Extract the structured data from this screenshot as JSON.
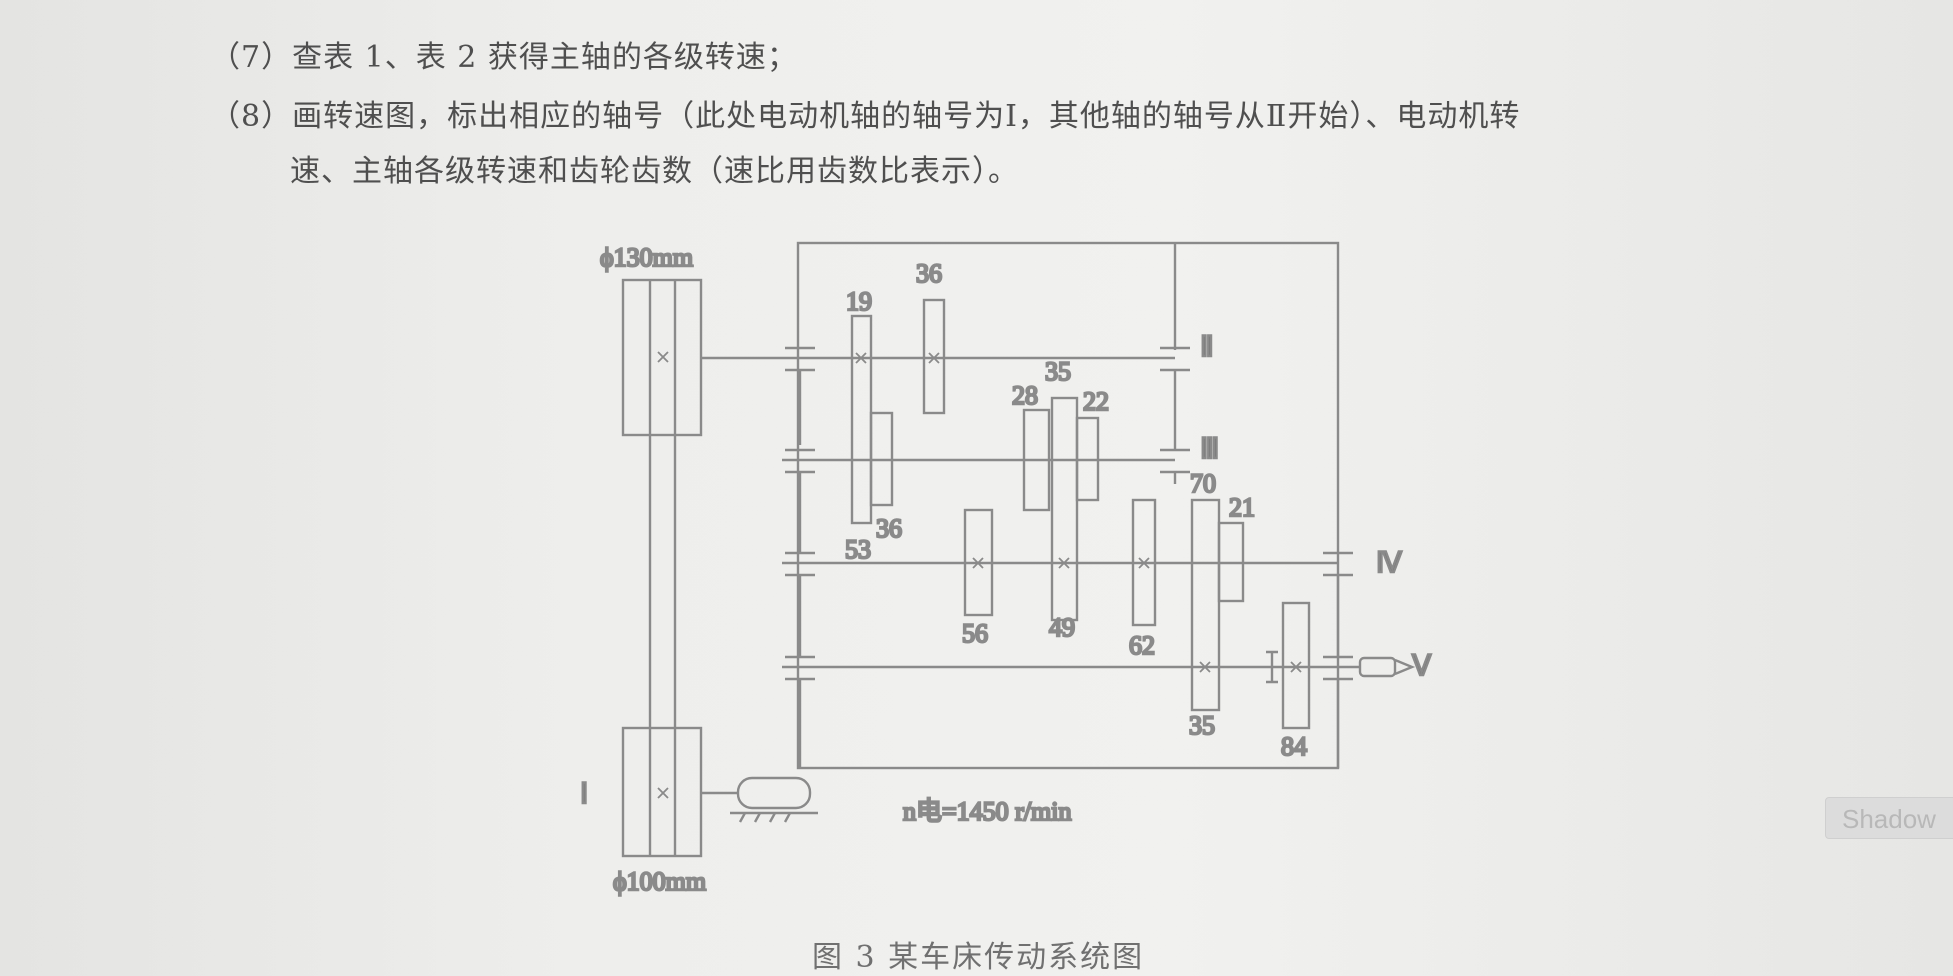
{
  "text": {
    "item7": "（7）查表 1、表 2 获得主轴的各级转速；",
    "item8_line1": "（8）画转速图，标出相应的轴号（此处电动机轴的轴号为Ⅰ，其他轴的轴号从Ⅱ开始）、电动机转",
    "item8_line2": "速、主轴各级转速和齿轮齿数（速比用齿数比表示）。"
  },
  "diagram": {
    "pulley_top": "ϕ130mm",
    "pulley_bottom": "ϕ100mm",
    "motor_speed": "n电=1450 r/min",
    "shafts": {
      "I": "Ⅰ",
      "II": "Ⅱ",
      "III": "Ⅲ",
      "IV": "Ⅳ",
      "V": "Ⅴ"
    },
    "gears": {
      "g19": "19",
      "g36a": "36",
      "g53": "53",
      "g36b": "36",
      "g28": "28",
      "g35a": "35",
      "g22": "22",
      "g56": "56",
      "g49": "49",
      "g62": "62",
      "g70": "70",
      "g21": "21",
      "g35b": "35",
      "g84": "84"
    }
  },
  "caption": "图 3   某车床传动系统图",
  "overlay_button": "Shadow"
}
